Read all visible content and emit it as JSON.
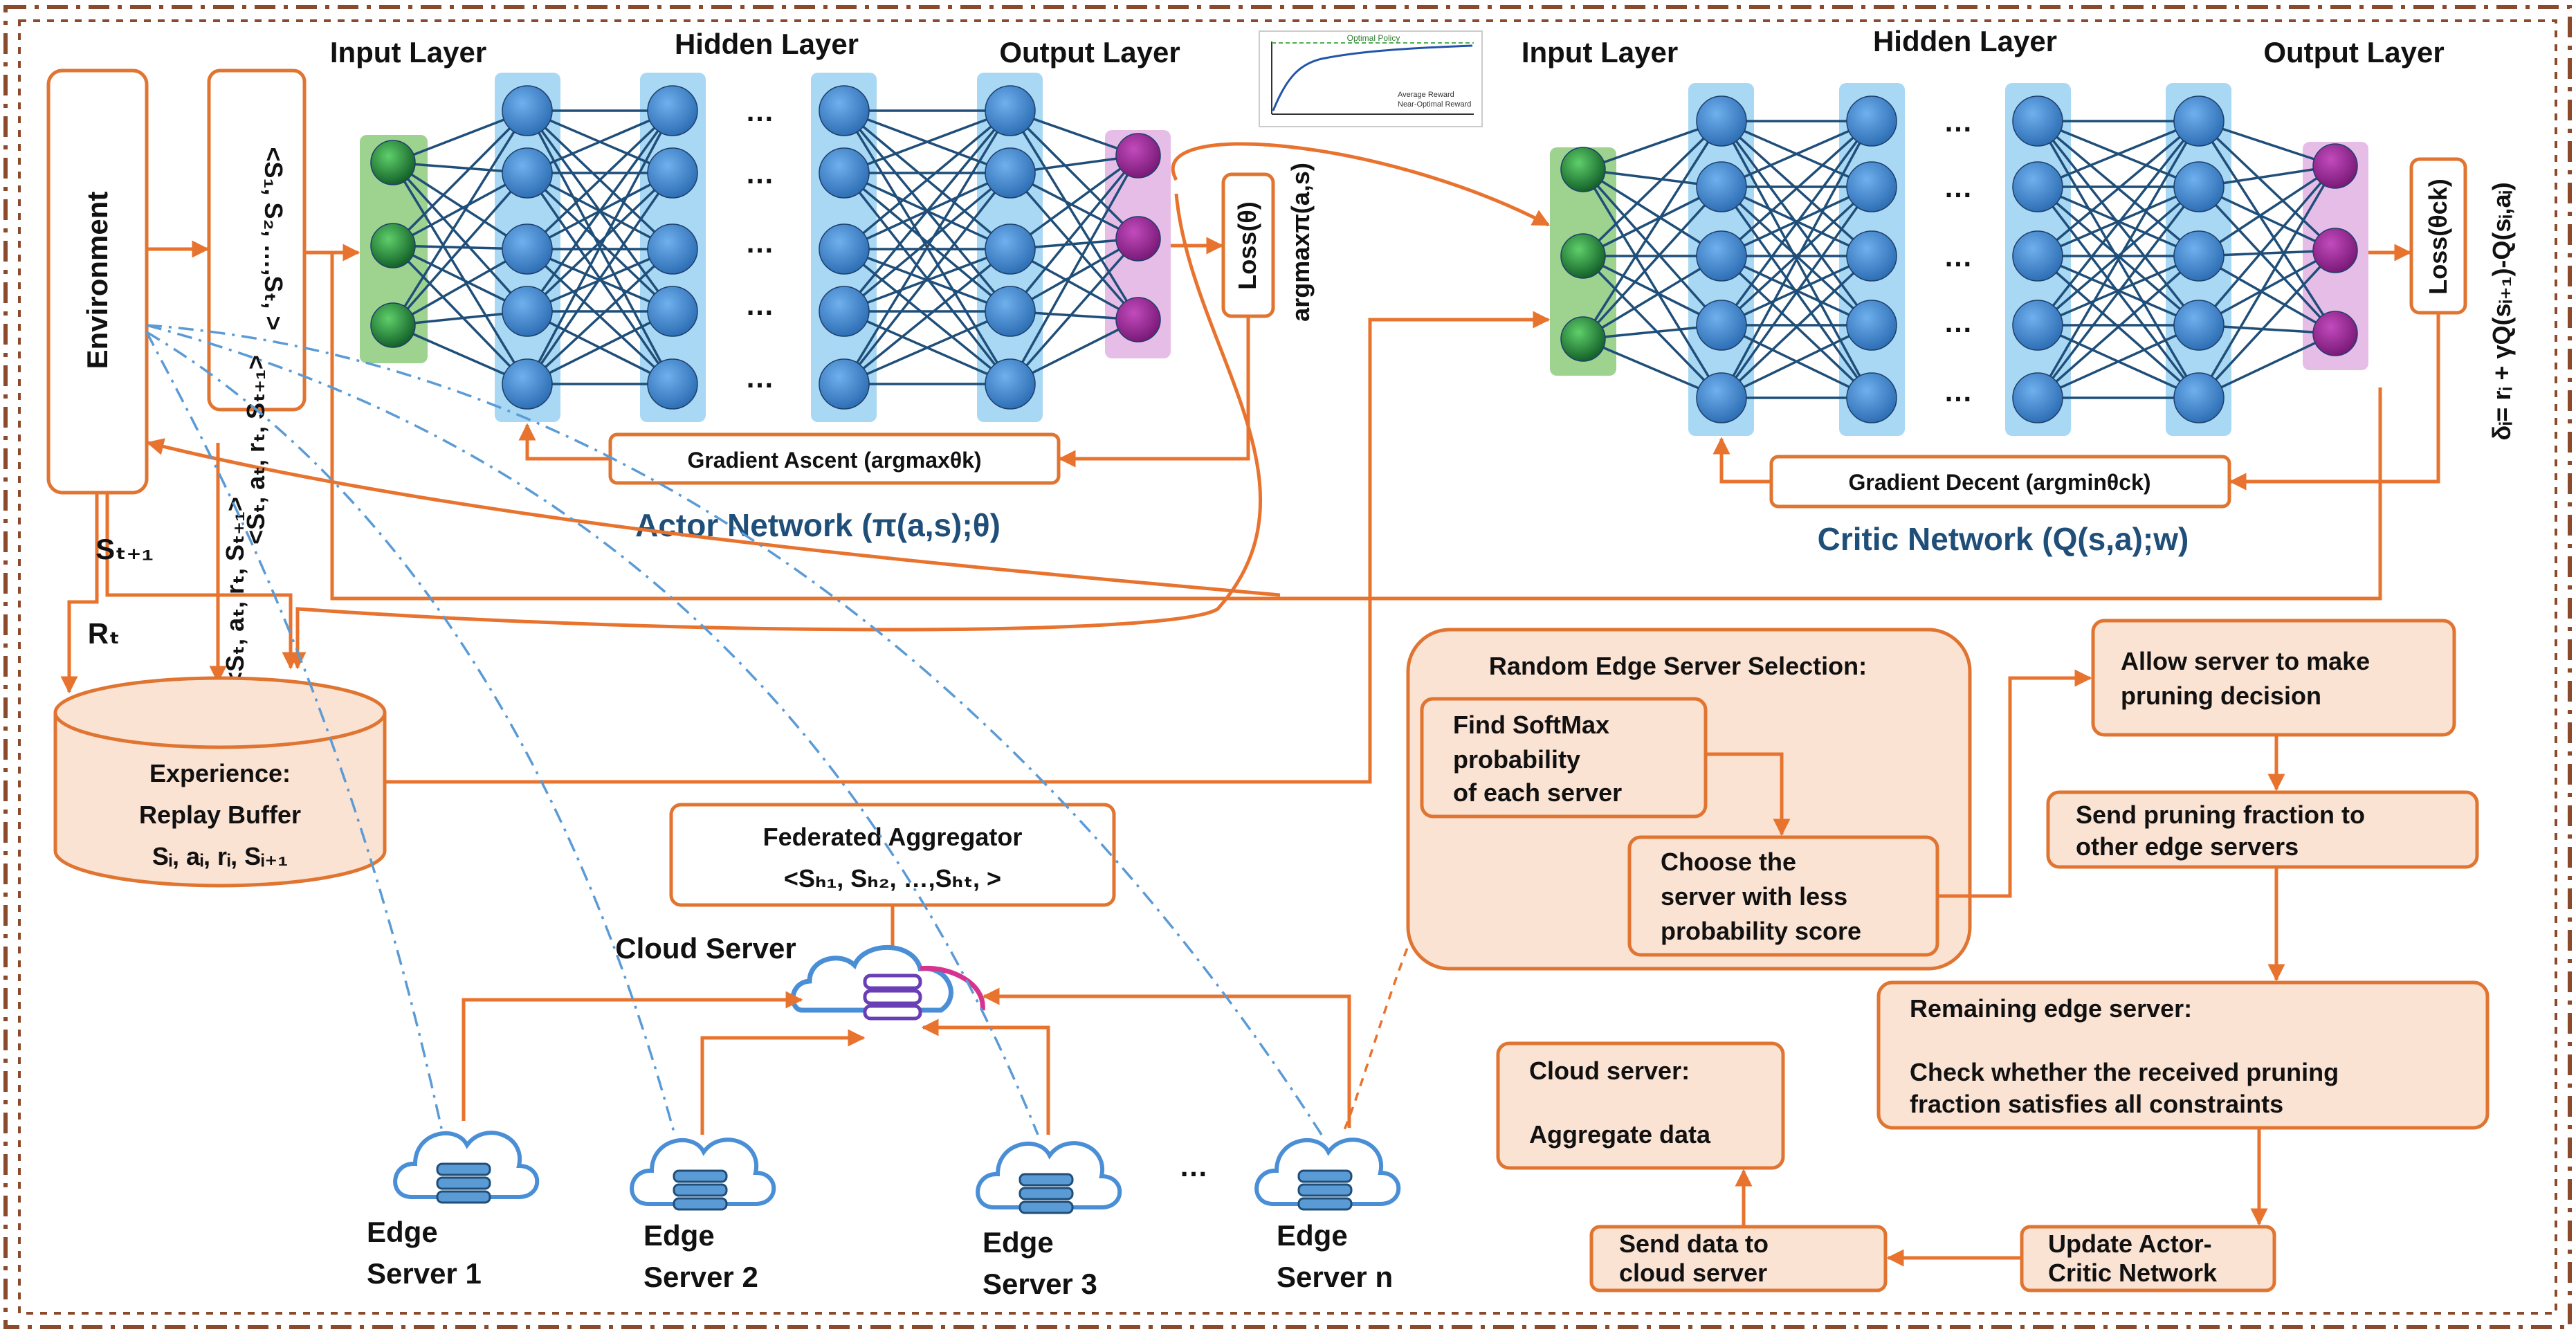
{
  "layers": {
    "actor_input": "Input Layer",
    "actor_hidden": "Hidden Layer",
    "actor_output": "Output Layer",
    "critic_input": "Input Layer",
    "critic_hidden": "Hidden Layer",
    "critic_output": "Output Layer"
  },
  "environment": "Environment",
  "state_seq": "<S₁, S₂, …,Sₜ, >",
  "labels": {
    "s_next": "Sₜ₊₁",
    "reward": "Rₜ",
    "tuple1": "<Sₜ, aₜ, rₜ, Sₜ₊₁>",
    "tuple2": "<Sₜ, aₜ, rₜ, Sₜ₊₁>",
    "argmax": "argmaxπ(a,s)",
    "td_error": "δᵢ= rᵢ + γQ(sᵢ₊₁)-Q(sᵢ,aᵢ)"
  },
  "actor": {
    "loss": "Loss(θ)",
    "gradient": "Gradient Ascent (argmaxθk)",
    "title": "Actor Network (π(a,s);θ)"
  },
  "critic": {
    "loss": "Loss(θck)",
    "gradient": "Gradient Decent (argminθck)",
    "title": "Critic Network (Q(s,a);w)"
  },
  "inset_legend": [
    "Average Reward",
    "Near-Optimal Reward"
  ],
  "inset_title": "Optimal Policy",
  "replay": {
    "line1": "Experience:",
    "line2": "Replay Buffer",
    "line3": "Sᵢ, aᵢ, rᵢ, Sᵢ₊₁"
  },
  "aggregator": {
    "title": "Federated Aggregator",
    "seq": "<Sₕ₁, Sₕ₂, …,Sₕₜ, >"
  },
  "cloud_label": "Cloud Server",
  "edge_servers": [
    {
      "line1": "Edge",
      "line2": "Server 1"
    },
    {
      "line1": "Edge",
      "line2": "Server 2"
    },
    {
      "line1": "Edge",
      "line2": "Server 3"
    },
    {
      "line1": "Edge",
      "line2": "Server n"
    }
  ],
  "ellipsis": "…",
  "flow": {
    "random_title": "Random Edge Server Selection:",
    "softmax": [
      "Find SoftMax",
      "probability",
      "of each server"
    ],
    "choose": [
      "Choose the",
      "server with less",
      "probability score"
    ],
    "allow": [
      "Allow server to make",
      "pruning decision"
    ],
    "send_fraction": [
      "Send pruning fraction to",
      "other edge servers"
    ],
    "remaining_title": "Remaining edge server:",
    "remaining_body": [
      "Check whether the received pruning",
      "fraction satisfies all constraints"
    ],
    "update": [
      "Update Actor-",
      "Critic Network"
    ],
    "send_cloud": [
      "Send data to",
      "cloud server"
    ],
    "cloud_title": "Cloud server:",
    "cloud_body": "Aggregate data"
  },
  "colors": {
    "accent": "#e8732e",
    "box_fill": "#fbe3d4",
    "node_blue": "#4a8fd6",
    "node_green": "#2e8b3e",
    "node_purple": "#9b2a97",
    "frame": "#8b4a2b",
    "title_blue": "#1f4e79"
  }
}
